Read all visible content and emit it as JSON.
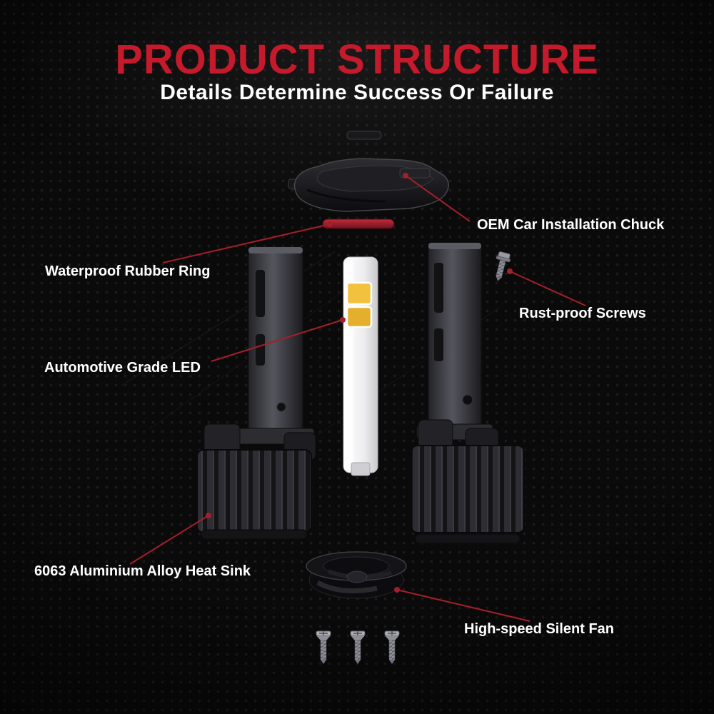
{
  "page": {
    "title": "PRODUCT STRUCTURE",
    "subtitle": "Details Determine Success Or Failure"
  },
  "colors": {
    "accent_red": "#c41a2b",
    "callout_line_red": "#a51e2c",
    "background": "#0a0a0a",
    "text": "#ffffff",
    "led_chip_yellow": "#f2c23e",
    "rubber_ring_red": "#9e1a28"
  },
  "labels": {
    "oem_chuck": "OEM Car Installation Chuck",
    "rubber_ring": "Waterproof Rubber Ring",
    "screws": "Rust-proof Screws",
    "led": "Automotive Grade LED",
    "heat_sink": "6063 Aluminium Alloy Heat Sink",
    "fan": "High-speed Silent Fan"
  },
  "parts": [
    "top-cap",
    "oem-installation-chuck",
    "waterproof-rubber-ring",
    "left-bulb-body",
    "led-strip",
    "right-bulb-body",
    "rust-proof-screw",
    "aluminium-heat-sink",
    "high-speed-fan",
    "mounting-screws"
  ]
}
